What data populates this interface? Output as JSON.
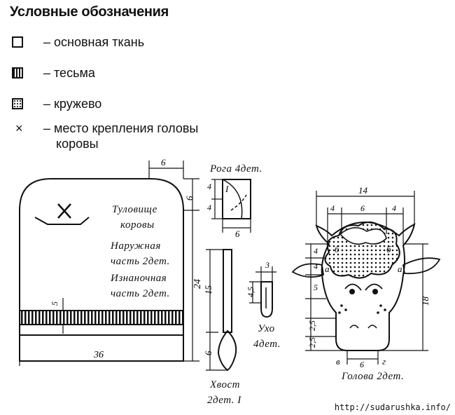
{
  "legend": {
    "title": "Условные обозначения",
    "items": [
      {
        "symbol": "plain-square",
        "text": "– основная ткань"
      },
      {
        "symbol": "striped-square",
        "text": "– тесьма"
      },
      {
        "symbol": "dotted-square",
        "text": "– кружево"
      },
      {
        "symbol": "cross-mark",
        "text": "– место крепления головы"
      }
    ],
    "item4_line2": "коровы"
  },
  "body_piece": {
    "label_line1": "Туловище",
    "label_line2": "коровы",
    "outer_line1": "Наружная",
    "outer_line2": "часть 2дет.",
    "inner_line1": "Изнаночная",
    "inner_line2": "часть 2дет.",
    "dim_top": "6",
    "dim_right_top": "6",
    "dim_right": "24",
    "dim_bottom": "36",
    "dim_band": "5"
  },
  "horns": {
    "title": "Рога 4дет.",
    "dim_a": "4",
    "dim_b": "4",
    "dim_width": "6",
    "mark": "I"
  },
  "tail": {
    "title_line1": "Хвост",
    "title_line2": "2дет. I",
    "dim_length": "15",
    "dim_tip": "6"
  },
  "ear": {
    "title_line1": "Ухо",
    "title_line2": "4дет.",
    "dim_width": "3",
    "dim_height": "4,5"
  },
  "head": {
    "title": "Голова 2дет.",
    "dim_width": "14",
    "dim_left": "4",
    "dim_mid": "6",
    "dim_right": "4",
    "dim_left_col": [
      "4",
      "4",
      "5",
      "2,5",
      "2,5"
    ],
    "dim_height": "18",
    "dim_bottom_mid": "6",
    "point_a": "а",
    "point_b": "б",
    "point_v": "в",
    "point_g": "г"
  },
  "footer": {
    "url": "http://sudarushka.info/"
  },
  "colors": {
    "ink": "#111111",
    "paper": "#ffffff"
  }
}
